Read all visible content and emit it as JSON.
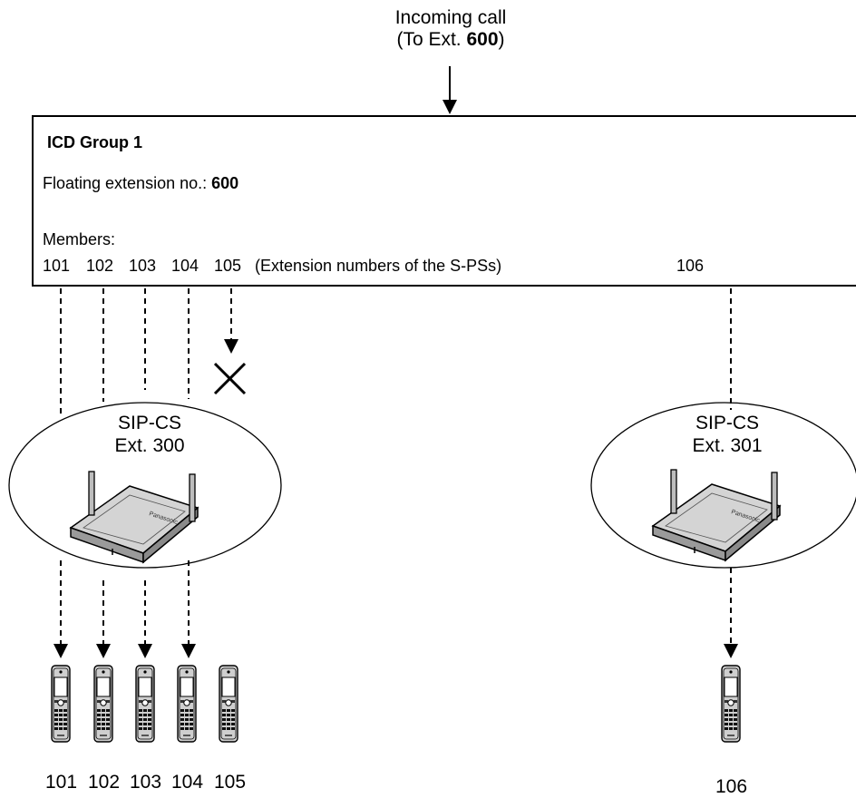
{
  "incoming_call": {
    "line1": "Incoming call",
    "line2_prefix": "(To Ext. ",
    "line2_ext": "600",
    "line2_suffix": ")"
  },
  "icd_group": {
    "title": "ICD Group 1",
    "floating_label": "Floating extension no.: ",
    "floating_number": "600",
    "members_label": "Members:",
    "member_numbers": [
      "101",
      "102",
      "103",
      "104",
      "105"
    ],
    "member_note": "(Extension numbers of the S-PSs)",
    "member_extra": "106"
  },
  "cell_stations": [
    {
      "name": "SIP-CS",
      "ext": "Ext. 300"
    },
    {
      "name": "SIP-CS",
      "ext": "Ext. 301"
    }
  ],
  "handsets": {
    "group_left": [
      "101",
      "102",
      "103",
      "104",
      "105"
    ],
    "group_right": [
      "106"
    ]
  },
  "base_brand": "Panasonic",
  "icons": {
    "blocked": "cross-icon",
    "base": "cell-station-icon",
    "handset": "portable-station-icon"
  },
  "colors": {
    "line": "#000000",
    "base_fill": "#b9b9b9",
    "handset_fill": "#cfcfcf"
  }
}
